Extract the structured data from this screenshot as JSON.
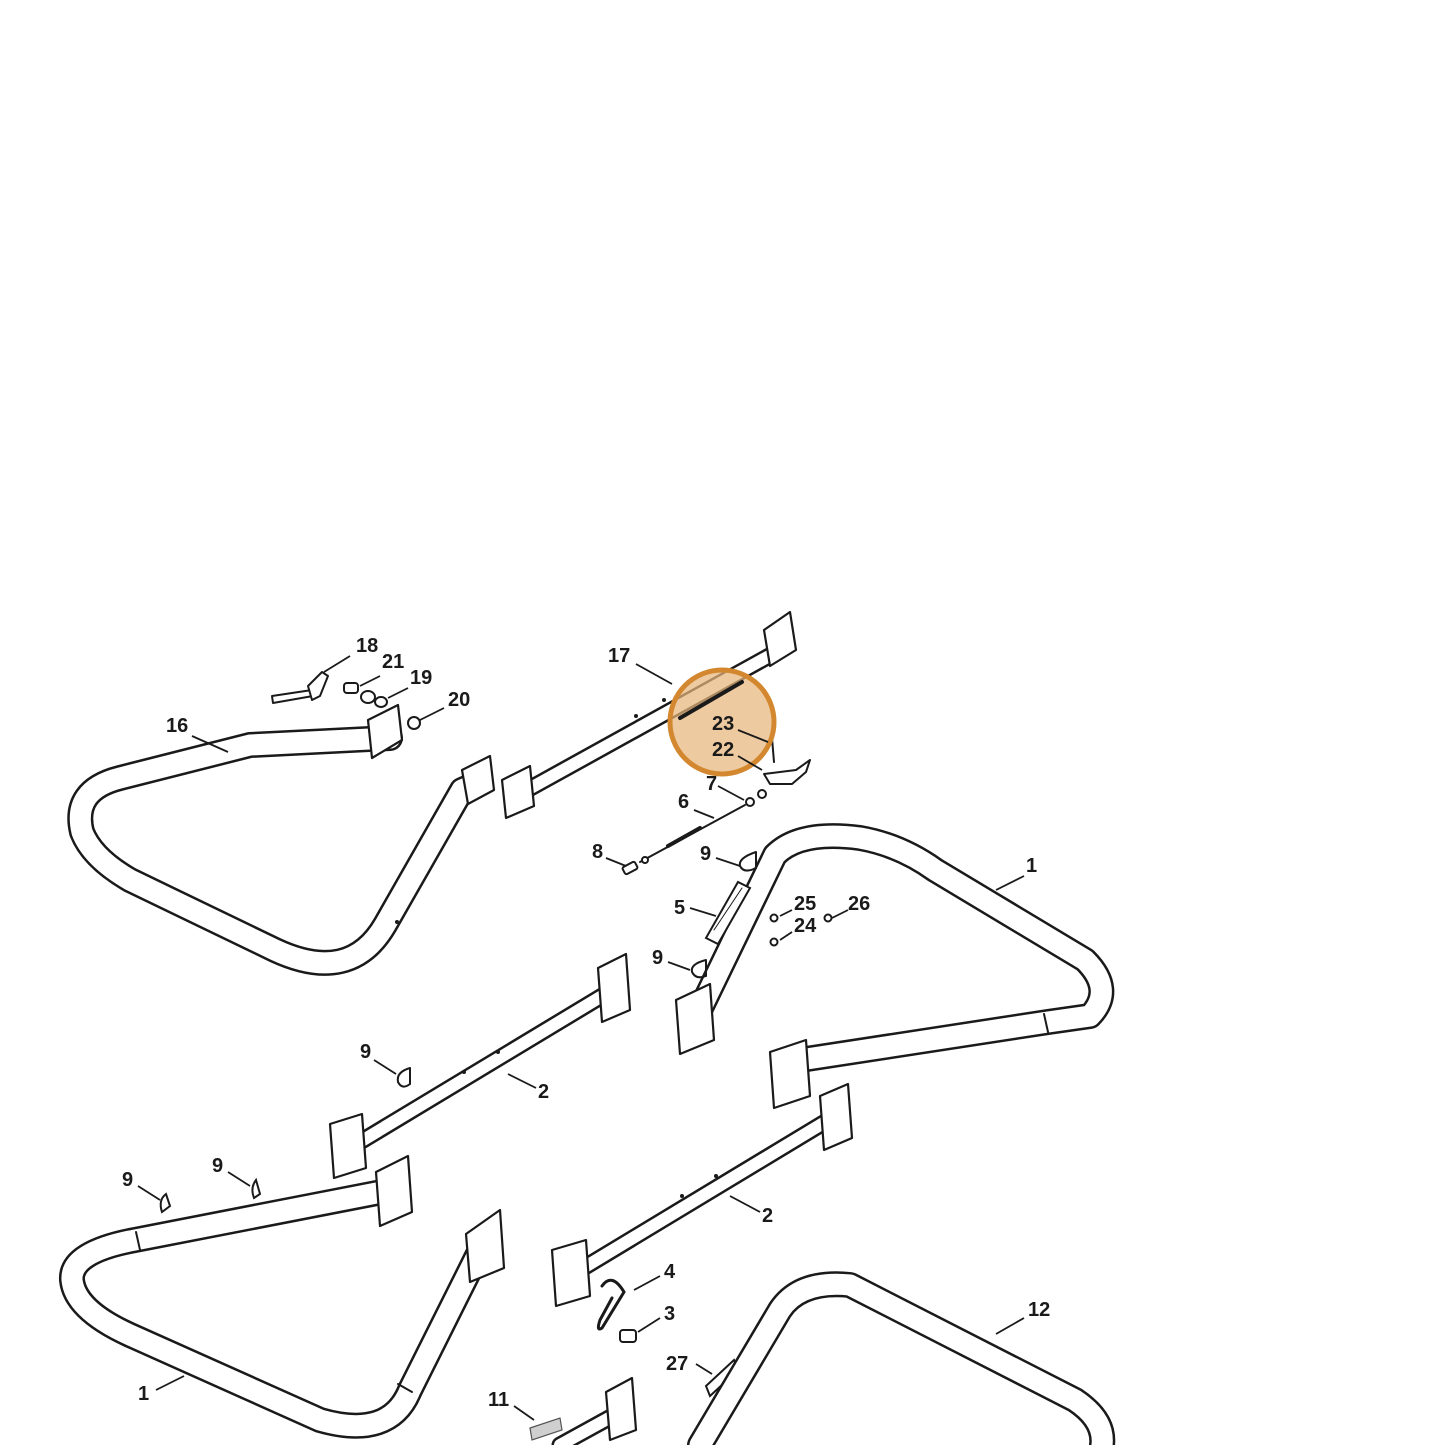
{
  "callouts": [
    {
      "id": "c18",
      "text": "18"
    },
    {
      "id": "c21",
      "text": "21"
    },
    {
      "id": "c19",
      "text": "19"
    },
    {
      "id": "c20",
      "text": "20"
    },
    {
      "id": "c16",
      "text": "16"
    },
    {
      "id": "c17",
      "text": "17"
    },
    {
      "id": "c23",
      "text": "23"
    },
    {
      "id": "c22",
      "text": "22"
    },
    {
      "id": "c7",
      "text": "7"
    },
    {
      "id": "c6",
      "text": "6"
    },
    {
      "id": "c8",
      "text": "8"
    },
    {
      "id": "c9a",
      "text": "9"
    },
    {
      "id": "c1a",
      "text": "1"
    },
    {
      "id": "c25",
      "text": "25"
    },
    {
      "id": "c26",
      "text": "26"
    },
    {
      "id": "c5",
      "text": "5"
    },
    {
      "id": "c24",
      "text": "24"
    },
    {
      "id": "c9b",
      "text": "9"
    },
    {
      "id": "c9c",
      "text": "9"
    },
    {
      "id": "c2a",
      "text": "2"
    },
    {
      "id": "c9d",
      "text": "9"
    },
    {
      "id": "c9e",
      "text": "9"
    },
    {
      "id": "c2b",
      "text": "2"
    },
    {
      "id": "c4",
      "text": "4"
    },
    {
      "id": "c3",
      "text": "3"
    },
    {
      "id": "c12",
      "text": "12"
    },
    {
      "id": "c27",
      "text": "27"
    },
    {
      "id": "c1b",
      "text": "1"
    },
    {
      "id": "c11",
      "text": "11"
    }
  ],
  "colors": {
    "line": "#1a1a1a",
    "highlight_stroke": "#d3872f",
    "highlight_fill": "#e8b67c"
  }
}
